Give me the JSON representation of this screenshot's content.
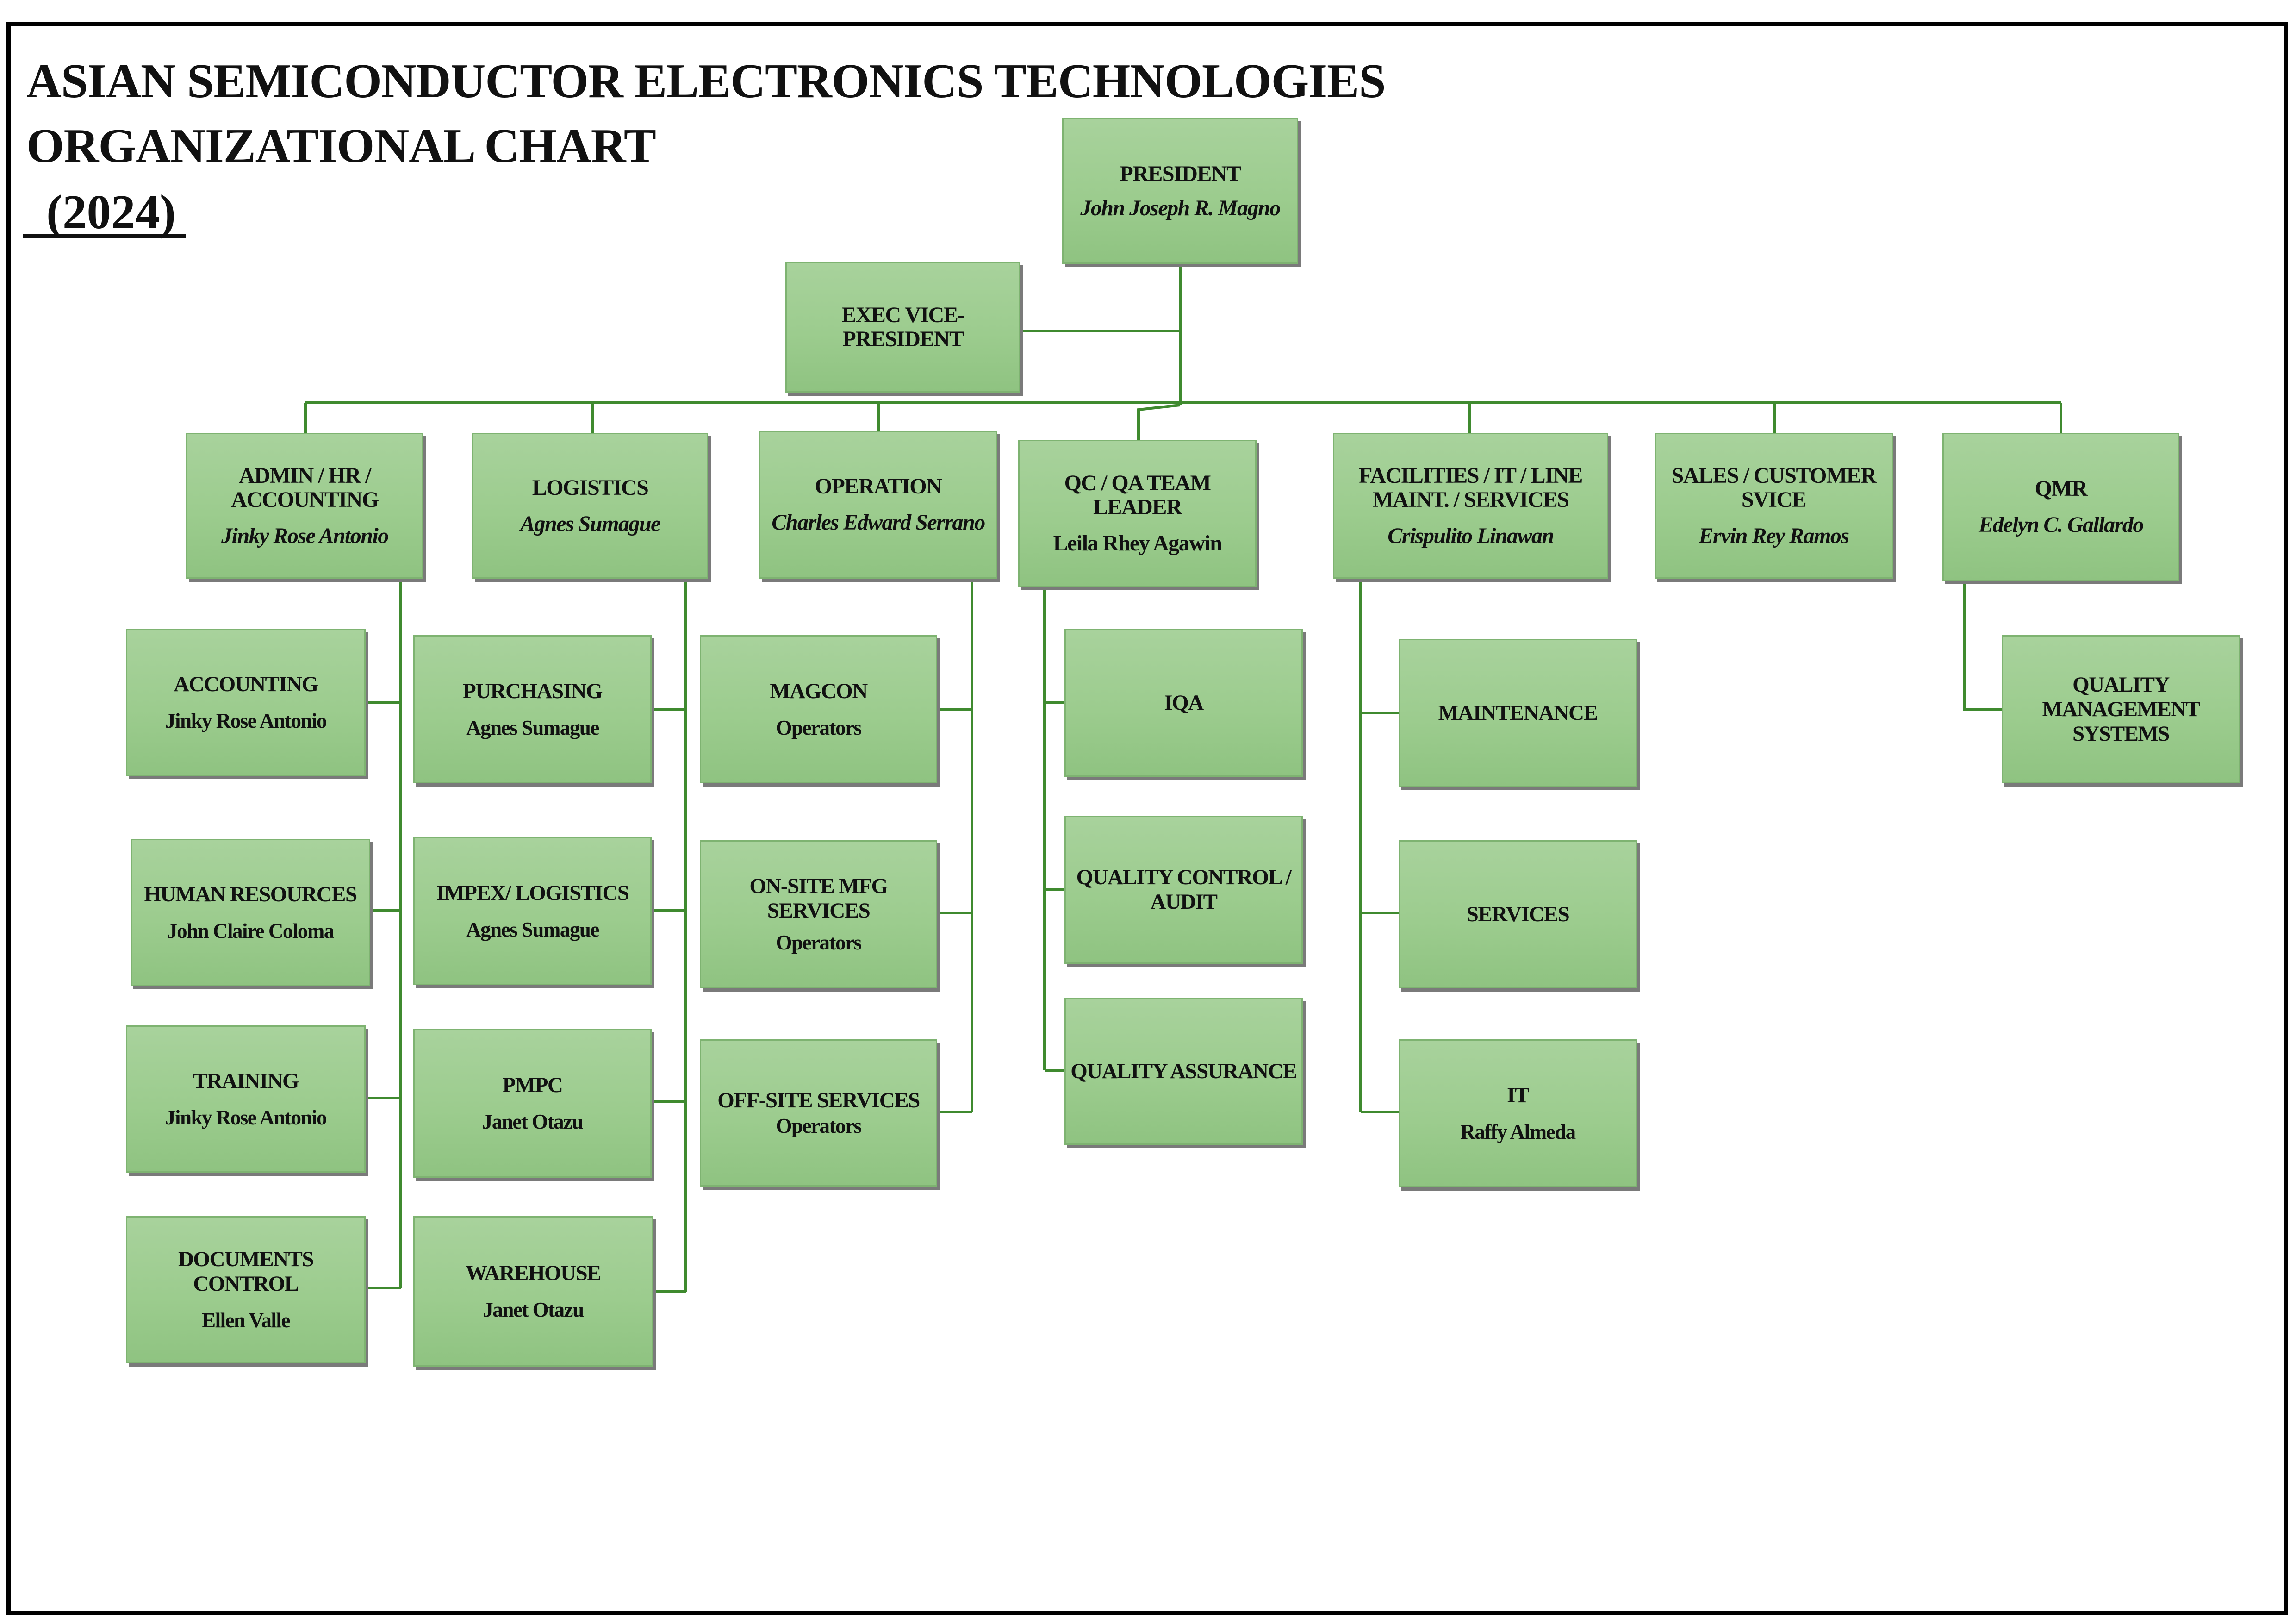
{
  "title": {
    "line1": "ASIAN SEMICONDUCTOR ELECTRONICS TECHNOLOGIES",
    "line2": "ORGANIZATIONAL CHART",
    "year": "(2024)"
  },
  "colors": {
    "box_fill": "#9ccc8e",
    "box_border": "#7eb371",
    "connector": "#3f8a2f",
    "shadow": "#7a7a7a",
    "frame": "#000000"
  },
  "president": {
    "role": "PRESIDENT",
    "name": "John Joseph R. Magno"
  },
  "exec_vp": {
    "role": "EXEC VICE-PRESIDENT"
  },
  "departments": [
    {
      "role": "ADMIN / HR  / ACCOUNTING",
      "name": "Jinky Rose Antonio",
      "units": [
        {
          "role": "ACCOUNTING",
          "name": "Jinky Rose Antonio"
        },
        {
          "role": "HUMAN RESOURCES",
          "name": "John Claire Coloma"
        },
        {
          "role": "TRAINING",
          "name": "Jinky Rose Antonio"
        },
        {
          "role": "DOCUMENTS CONTROL",
          "name": "Ellen Valle"
        }
      ]
    },
    {
      "role": "LOGISTICS",
      "name": "Agnes Sumague",
      "units": [
        {
          "role": "PURCHASING",
          "name": "Agnes Sumague"
        },
        {
          "role": "IMPEX/ LOGISTICS",
          "name": "Agnes Sumague"
        },
        {
          "role": "PMPC",
          "name": "Janet Otazu"
        },
        {
          "role": "WAREHOUSE",
          "name": "Janet Otazu"
        }
      ]
    },
    {
      "role": "OPERATION",
      "name": "Charles Edward Serrano",
      "units": [
        {
          "role": "MAGCON",
          "name": "Operators"
        },
        {
          "role": "ON-SITE MFG SERVICES",
          "name": "Operators"
        },
        {
          "role": "OFF-SITE SERVICES",
          "name": "Operators"
        }
      ]
    },
    {
      "role": "QC / QA TEAM LEADER",
      "name": "Leila Rhey Agawin",
      "units": [
        {
          "role": "IQA"
        },
        {
          "role": "QUALITY CONTROL / AUDIT"
        },
        {
          "role": "QUALITY ASSURANCE"
        }
      ]
    },
    {
      "role": "FACILITIES / IT / LINE MAINT. / SERVICES",
      "name": "Crispulito Linawan",
      "units": [
        {
          "role": "MAINTENANCE"
        },
        {
          "role": "SERVICES"
        },
        {
          "role": "IT",
          "name": "Raffy Almeda"
        }
      ]
    },
    {
      "role": "SALES / CUSTOMER SVICE",
      "name": "Ervin Rey Ramos",
      "units": []
    },
    {
      "role": "QMR",
      "name": "Edelyn C. Gallardo",
      "units": [
        {
          "role": "QUALITY MANAGEMENT SYSTEMS"
        }
      ]
    }
  ]
}
